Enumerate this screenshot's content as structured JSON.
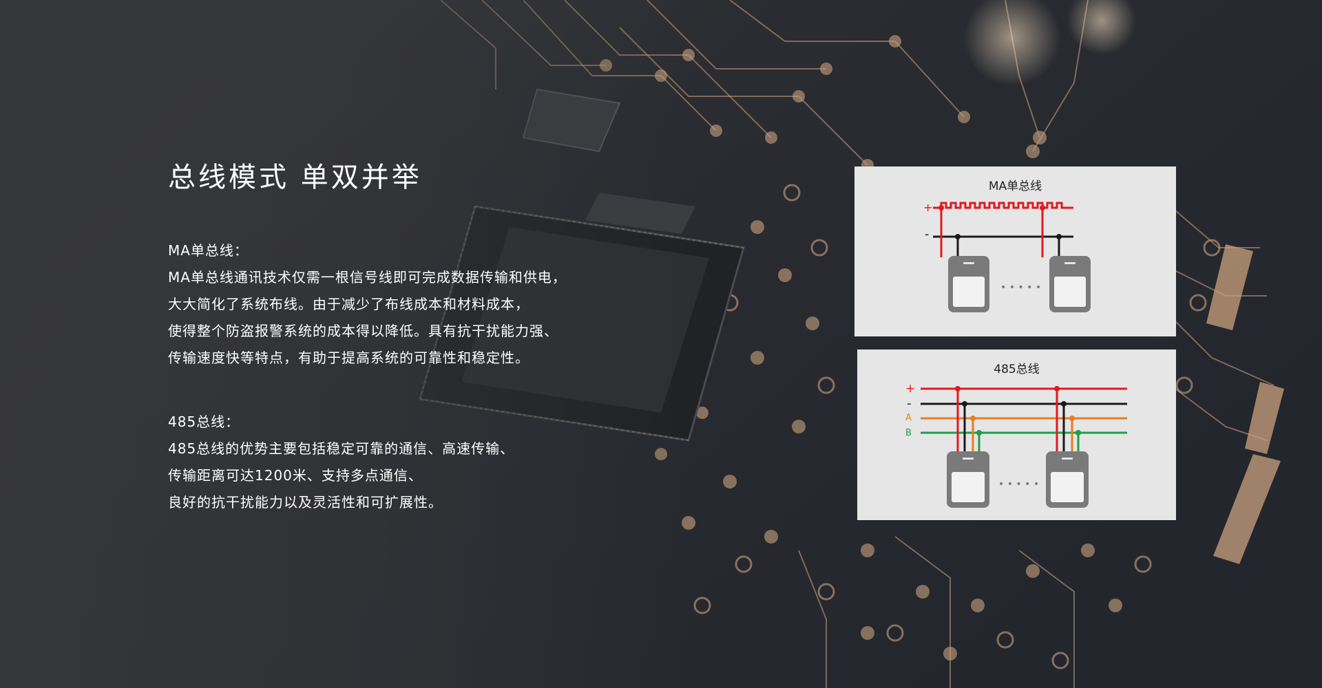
{
  "headline": "总线模式 单双并举",
  "sections": [
    {
      "title": "MA单总线：",
      "lines": [
        "MA单总线通讯技术仅需一根信号线即可完成数据传输和供电，",
        "大大简化了系统布线。由于减少了布线成本和材料成本，",
        "使得整个防盗报警系统的成本得以降低。具有抗干扰能力强、",
        "传输速度快等特点，有助于提高系统的可靠性和稳定性。"
      ]
    },
    {
      "title": "485总线：",
      "lines": [
        "485总线的优势主要包括稳定可靠的通信、高速传输、",
        "传输距离可达1200米、支持多点通信、",
        "良好的抗干扰能力以及灵活性和可扩展性。"
      ]
    }
  ],
  "diagrams": {
    "ma": {
      "title": "MA单总线",
      "plus_label": "+",
      "minus_label": "-",
      "ellipsis": "• • • • •"
    },
    "rs485": {
      "title": "485总线",
      "plus_label": "+",
      "minus_label": "-",
      "a_label": "A",
      "b_label": "B",
      "ellipsis": "• • • • •"
    }
  },
  "colors": {
    "red": "#e0191e",
    "black": "#1a1a1a",
    "orange": "#e67e22",
    "green": "#1e9e4a",
    "device": "#7a7a7a",
    "copper": "#c9a27e"
  }
}
